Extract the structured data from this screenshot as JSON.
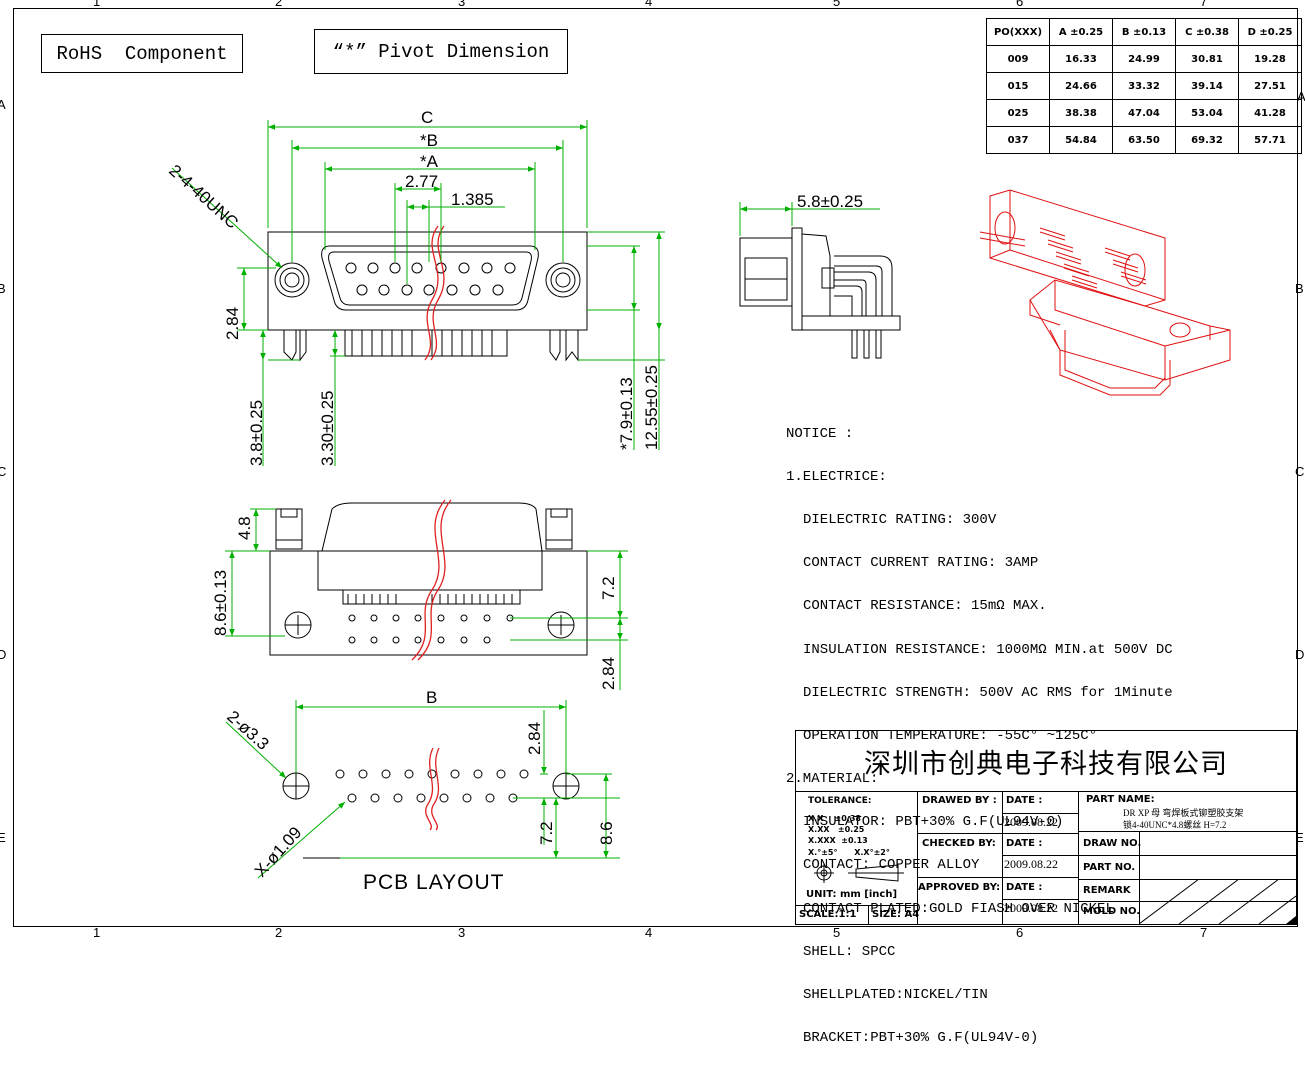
{
  "zones": {
    "columns": [
      "1",
      "2",
      "3",
      "4",
      "5",
      "6",
      "7"
    ],
    "rows": [
      "A",
      "B",
      "C",
      "D",
      "E"
    ]
  },
  "labels": {
    "rohs": "RoHS  Component",
    "pivot": "“*” Pivot Dimension",
    "pcb_layout": "PCB LAYOUT"
  },
  "dim_table": {
    "headers": [
      "PO(XXX)",
      "A ±0.25",
      "B ±0.13",
      "C ±0.38",
      "D ±0.25"
    ],
    "rows": [
      [
        "009",
        "16.33",
        "24.99",
        "30.81",
        "19.28"
      ],
      [
        "015",
        "24.66",
        "33.32",
        "39.14",
        "27.51"
      ],
      [
        "025",
        "38.38",
        "47.04",
        "53.04",
        "41.28"
      ],
      [
        "037",
        "54.84",
        "63.50",
        "69.32",
        "57.71"
      ]
    ]
  },
  "dimensions": {
    "C": "C",
    "B_star": "*B",
    "A_star": "*A",
    "pitch_277": "2.77",
    "pitch_1385": "1.385",
    "thread": "2-4-40UNC",
    "h_284": "2.84",
    "h_38": "3.8±0.25",
    "h_330": "3.30±0.25",
    "h_79": "*7.9±0.13",
    "h_1255": "12.55±0.25",
    "side_58": "5.8±0.25",
    "h_48": "4.8",
    "h_86": "8.6±0.13",
    "h_72": "7.2",
    "h_284b": "2.84",
    "pcb_B": "B",
    "pcb_284": "2.84",
    "pcb_72": "7.2",
    "pcb_86": "8.6",
    "pcb_hole33": "2-ø3.3",
    "pcb_hole109": "X-ø1.09"
  },
  "notes": {
    "title": "NOTICE :",
    "s1": "1.ELECTRICE:",
    "electric": [
      "DIELECTRIC RATING: 300V",
      "CONTACT CURRENT RATING: 3AMP",
      "CONTACT RESISTANCE: 15mΩ MAX.",
      "INSULATION RESISTANCE: 1000MΩ MIN.at 500V DC",
      "DIELECTRIC STRENGTH: 500V AC RMS for 1Minute",
      "OPERATION TEMPERATURE: -55C° ~125C°"
    ],
    "s2": "2.MATERIAL:",
    "material": [
      "INSULATOR: PBT+30% G.F(UL94V-0)",
      "CONTACT: COPPER ALLOY",
      "CONTACT PLATED:GOLD FIASH OVER NICKEL",
      "SHELL: SPCC",
      "SHELLPLATED:NICKEL/TIN",
      "BRACKET:PBT+30% G.F(UL94V-0)"
    ]
  },
  "title_block": {
    "company": "深圳市创典电子科技有限公司",
    "tolerance_label": "TOLERANCE:",
    "tol": [
      "X.X    ±0.38",
      "X.XX   ±0.25",
      "X.XXX  ±0.13",
      "X.°±5°      X.X°±2°"
    ],
    "unit": "UNIT: mm  [inch]",
    "scale": "SCALE:1:1",
    "size": "SIZE: A4",
    "drawn_by": "DRAWED BY :",
    "checked_by": "CHECKED BY:",
    "approved_by": "APPROVED BY:",
    "date_label": "DATE :",
    "date_drawn": "2009.08.22",
    "date_checked": "2009.08.22",
    "date_approved": "2009.08.22",
    "part_name_label": "PART NAME:",
    "part_name_1": "DR XP 母 弯焊板式铆塑胶支架",
    "part_name_2": "锁4-40UNC*4.8螺丝 H=7.2",
    "draw_no": "DRAW NO.",
    "part_no": "PART NO.",
    "remark": "REMARK",
    "mold_no": "MOLD NO."
  },
  "colors": {
    "dim": "#00b000",
    "wave": "#e02020",
    "part3d": "#e01010"
  }
}
